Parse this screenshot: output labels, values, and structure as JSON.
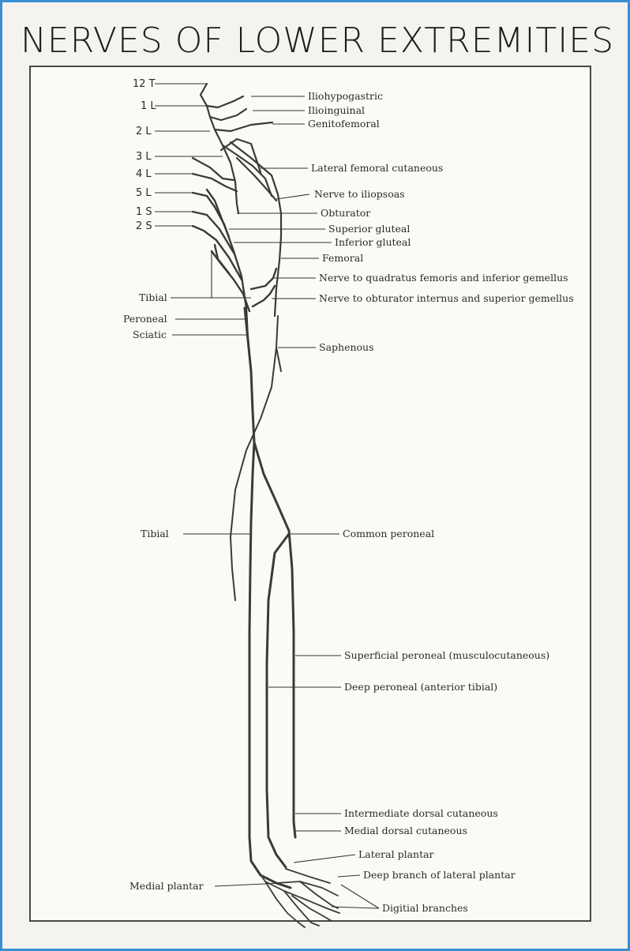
{
  "title": "NERVES OF LOWER EXTREMITIES",
  "spinal_roots": [
    "12 T",
    "1 L",
    "2 L",
    "3 L",
    "4 L",
    "5 L",
    "1 S",
    "2 S"
  ],
  "right_labels": [
    "Iliohypogastric",
    "Ilioinguinal",
    "Genitofemoral",
    "Lateral femoral cutaneous",
    "Nerve to iliopsoas",
    "Obturator",
    "Superior gluteal",
    "Inferior gluteal",
    "Femoral",
    "Nerve to quadratus femoris and inferior gemellus",
    "Nerve to obturator internus and superior gemellus",
    "Saphenous",
    "Common peroneal",
    "Superficial peroneal (musculocutaneous)",
    "Deep peroneal (anterior tibial)",
    "Intermediate dorsal cutaneous",
    "Medial dorsal cutaneous",
    "Lateral plantar",
    "Deep branch of lateral plantar",
    "Digitial branches"
  ],
  "left_labels": [
    "Tibial",
    "Peroneal",
    "Sciatic",
    "Tibial",
    "Medial plantar"
  ]
}
